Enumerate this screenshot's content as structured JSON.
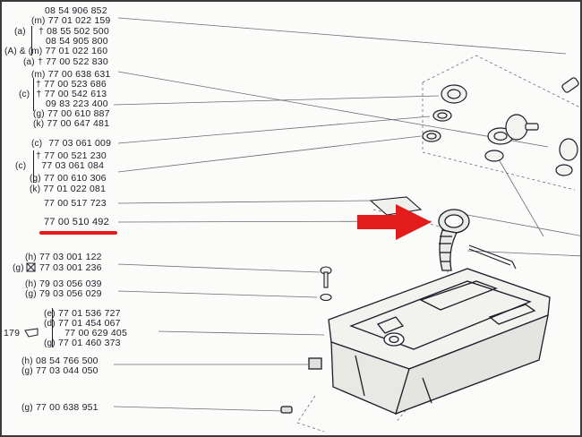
{
  "parts": [
    {
      "id": "p01",
      "code": "",
      "number": "08 54 906 852"
    },
    {
      "id": "p02",
      "code": "(m)",
      "number": "77 01 022 159"
    },
    {
      "id": "p03",
      "code": "(a)",
      "number": "08 55 502 500",
      "dagger": true
    },
    {
      "id": "p04",
      "code": "",
      "number": "08 54 905 800"
    },
    {
      "id": "p05",
      "code": "(A) & (m)",
      "number": "77 01 022 160"
    },
    {
      "id": "p06",
      "code": "(a)",
      "number": "77 00 522 830",
      "dagger": true
    },
    {
      "id": "p07",
      "code": "(m)",
      "number": "77 00 638 631"
    },
    {
      "id": "p08",
      "code": "",
      "number": "77 00 523 686",
      "dagger": true
    },
    {
      "id": "p09",
      "code": "(c)",
      "number": "77 00 542 613",
      "dagger": true
    },
    {
      "id": "p10",
      "code": "",
      "number": "09 83 223 400"
    },
    {
      "id": "p11",
      "code": "(g)",
      "number": "77 00 610 887"
    },
    {
      "id": "p12",
      "code": "(k)",
      "number": "77 00 647 481"
    },
    {
      "id": "p13",
      "code": "(c)",
      "number": "77 03 061 009"
    },
    {
      "id": "p14",
      "code": "",
      "number": "77 00 521 230",
      "dagger": true
    },
    {
      "id": "p15",
      "code": "(c)",
      "number": "77 03 061 084"
    },
    {
      "id": "p16",
      "code": "(g)",
      "number": "77 00 610 306"
    },
    {
      "id": "p17",
      "code": "(k)",
      "number": "77 01 022 081"
    },
    {
      "id": "p18",
      "code": "",
      "number": "77 00 517 723"
    },
    {
      "id": "p19",
      "code": "",
      "number": "77 00 510 492"
    },
    {
      "id": "p20",
      "code": "(h)",
      "number": "77 03 001 122"
    },
    {
      "id": "p21",
      "code": "(g)",
      "number": "77 03 001 236",
      "boxed_x": true
    },
    {
      "id": "p22",
      "code": "(h)",
      "number": "79 03 056 039"
    },
    {
      "id": "p23",
      "code": "(g)",
      "number": "79 03 056 029"
    },
    {
      "id": "p24",
      "code": "(e)",
      "number": "77 01 536 727"
    },
    {
      "id": "p25",
      "code": "(d)",
      "number": "77 01 454 067"
    },
    {
      "id": "p26",
      "code": "",
      "number": "77 00 629 405"
    },
    {
      "id": "p27",
      "code": "(g)",
      "number": "77 01 460 373"
    },
    {
      "id": "p28",
      "code": "(h)",
      "number": "08 54 766 500"
    },
    {
      "id": "p29",
      "code": "(g)",
      "number": "77 03 044 050"
    },
    {
      "id": "p30",
      "code": "(g)",
      "number": "77 00 638 951"
    }
  ],
  "side_ref": "179",
  "highlight": {
    "part_number": "77 00 510 492",
    "color": "#e41b1b"
  },
  "colors": {
    "ink": "#1c1c2a",
    "leader": "#6b6b78",
    "arrow": "#e41b1b",
    "paper": "#fbfbf9"
  }
}
